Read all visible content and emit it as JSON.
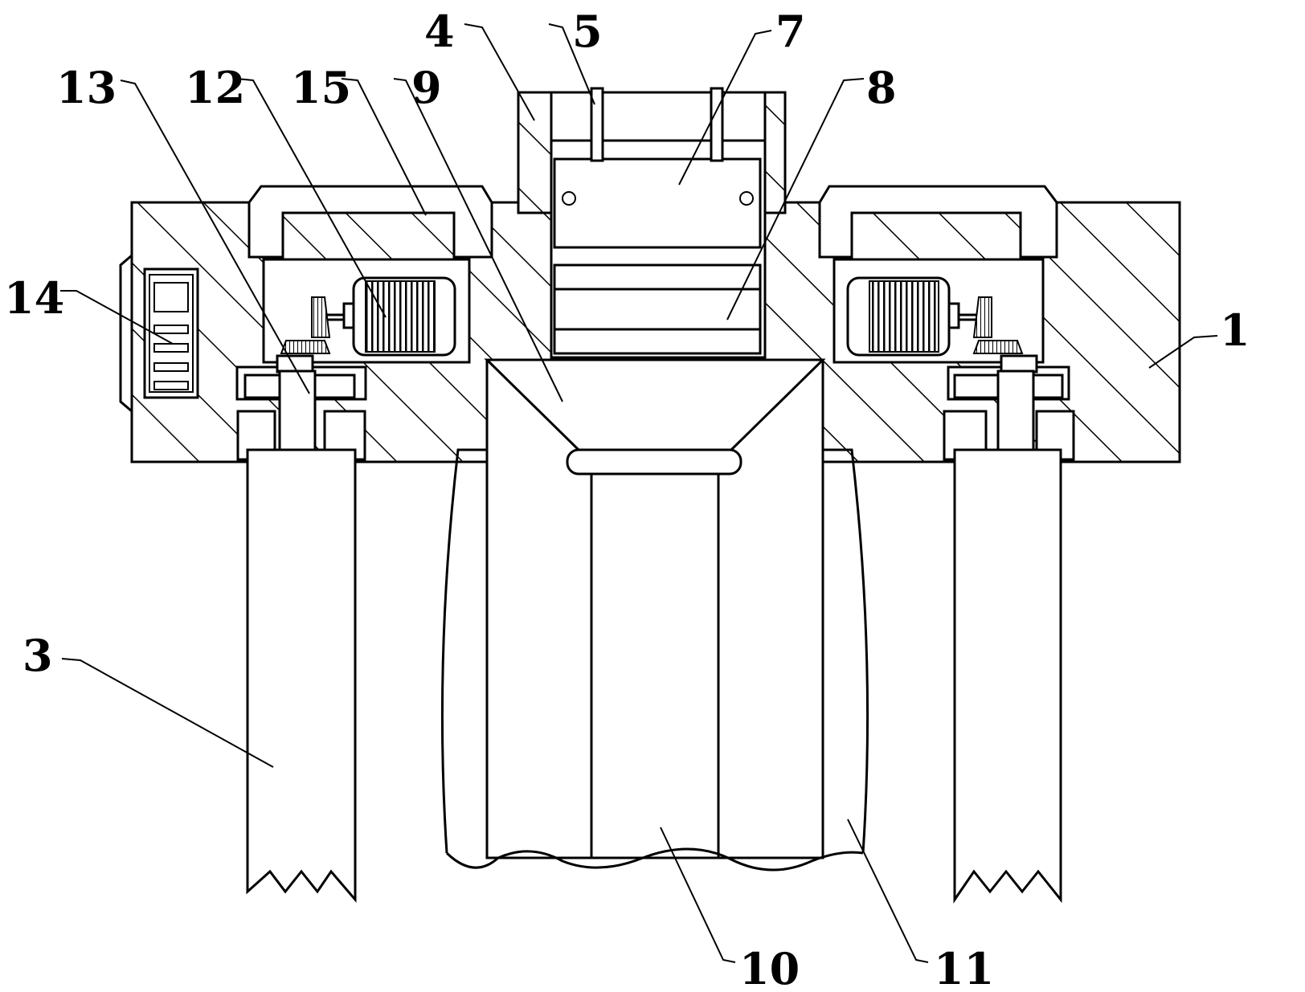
{
  "labels": {
    "l1": "1",
    "l3": "3",
    "l4": "4",
    "l5": "5",
    "l7": "7",
    "l8": "8",
    "l9": "9",
    "l10": "10",
    "l11": "11",
    "l12": "12",
    "l13": "13",
    "l14": "14",
    "l15": "15"
  }
}
